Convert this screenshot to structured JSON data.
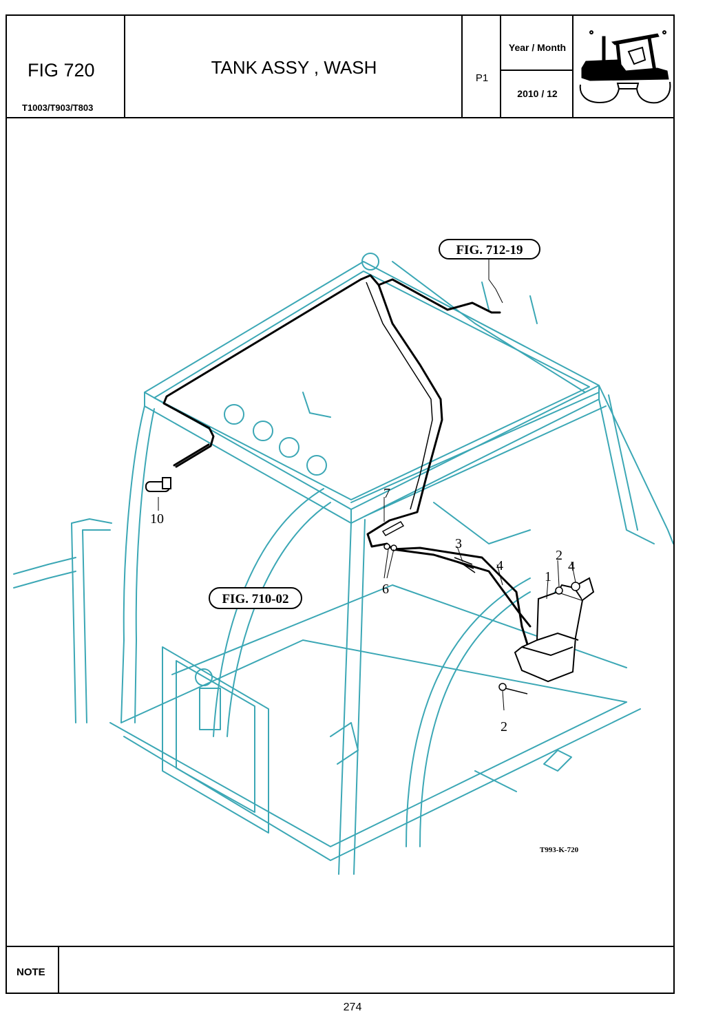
{
  "header": {
    "fig_label": "FIG 720",
    "models": "T1003/T903/T803",
    "title": "TANK ASSY , WASH",
    "page": "P1",
    "year_month_label": "Year / Month",
    "year_month_value": "2010 / 12"
  },
  "drawing": {
    "figure_refs": [
      "FIG. 712-19",
      "FIG. 710-02"
    ],
    "callouts": [
      "10",
      "7",
      "3",
      "4",
      "2",
      "4",
      "1",
      "6",
      "2"
    ],
    "drawing_code": "T993-K-720",
    "colors": {
      "cab_frame": "#3ba7b5",
      "hose": "#000000"
    }
  },
  "note": {
    "label": "NOTE"
  },
  "footer": {
    "page_number": "274"
  }
}
